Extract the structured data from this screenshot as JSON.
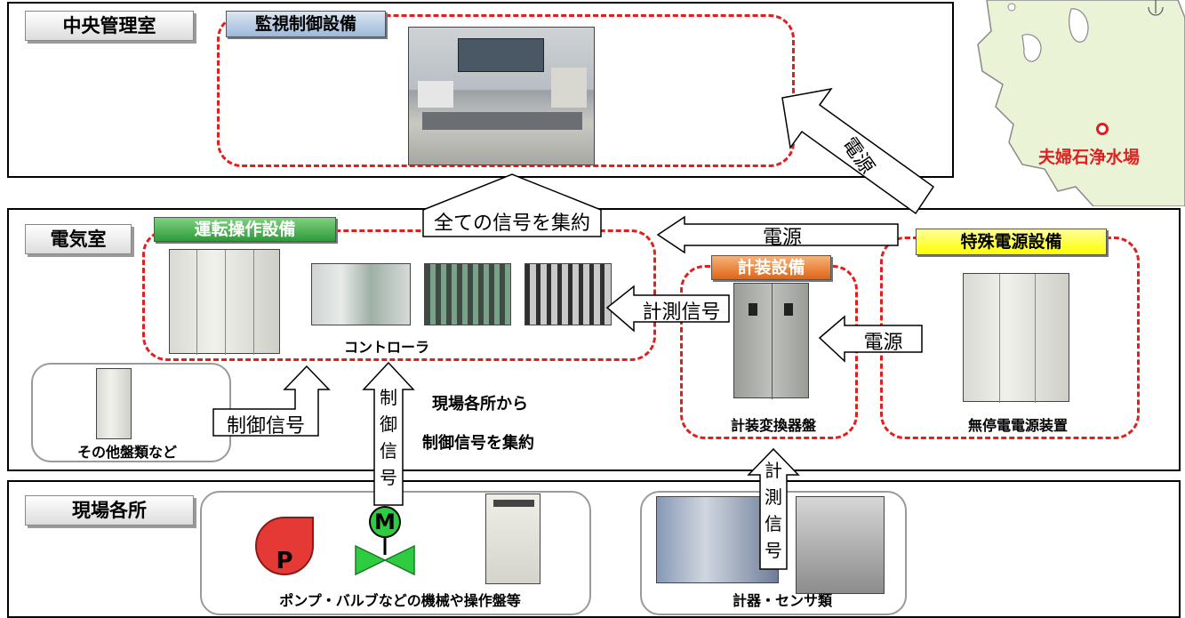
{
  "rooms": {
    "central": "中央管理室",
    "electrical": "電気室",
    "field": "現場各所"
  },
  "groups": {
    "monitoring": "監視制御設備",
    "operation": "運転操作設備",
    "instrumentation": "計装設備",
    "special_power": "特殊電源設備"
  },
  "captions": {
    "controller": "コントローラ",
    "other_panels": "その他盤類など",
    "instrument_converter": "計装変換器盤",
    "ups": "無停電電源装置",
    "machines": "ポンプ・バルブなどの機械や操作盤等",
    "sensors": "計器・センサ類",
    "field_note_line1": "現場各所から",
    "field_note_line2": "制御信号を集約"
  },
  "arrows": {
    "all_signals": "全ての信号を集約",
    "power_diagonal": "電源",
    "power_horizontal": "電源",
    "measurement_signal": "計測信号",
    "power_small": "電源",
    "control_signal": "制御信号",
    "control_signal_vertical": [
      "制",
      "御",
      "信",
      "号"
    ],
    "measurement_signal_vertical": [
      "計",
      "測",
      "信",
      "号"
    ]
  },
  "symbols": {
    "pump": "P",
    "motor": "M"
  },
  "map": {
    "location": "夫婦石浄水場"
  },
  "colors": {
    "dash_red": "#e0201f",
    "monitoring_tag": "#b8cce4",
    "operation_tag": "#4caf50",
    "instrumentation_tag": "#f07f2a",
    "special_power_tag": "#ffff00",
    "map_land": "#eaf3d6",
    "pump_red": "#e53935",
    "valve_green": "#2ecc40"
  }
}
